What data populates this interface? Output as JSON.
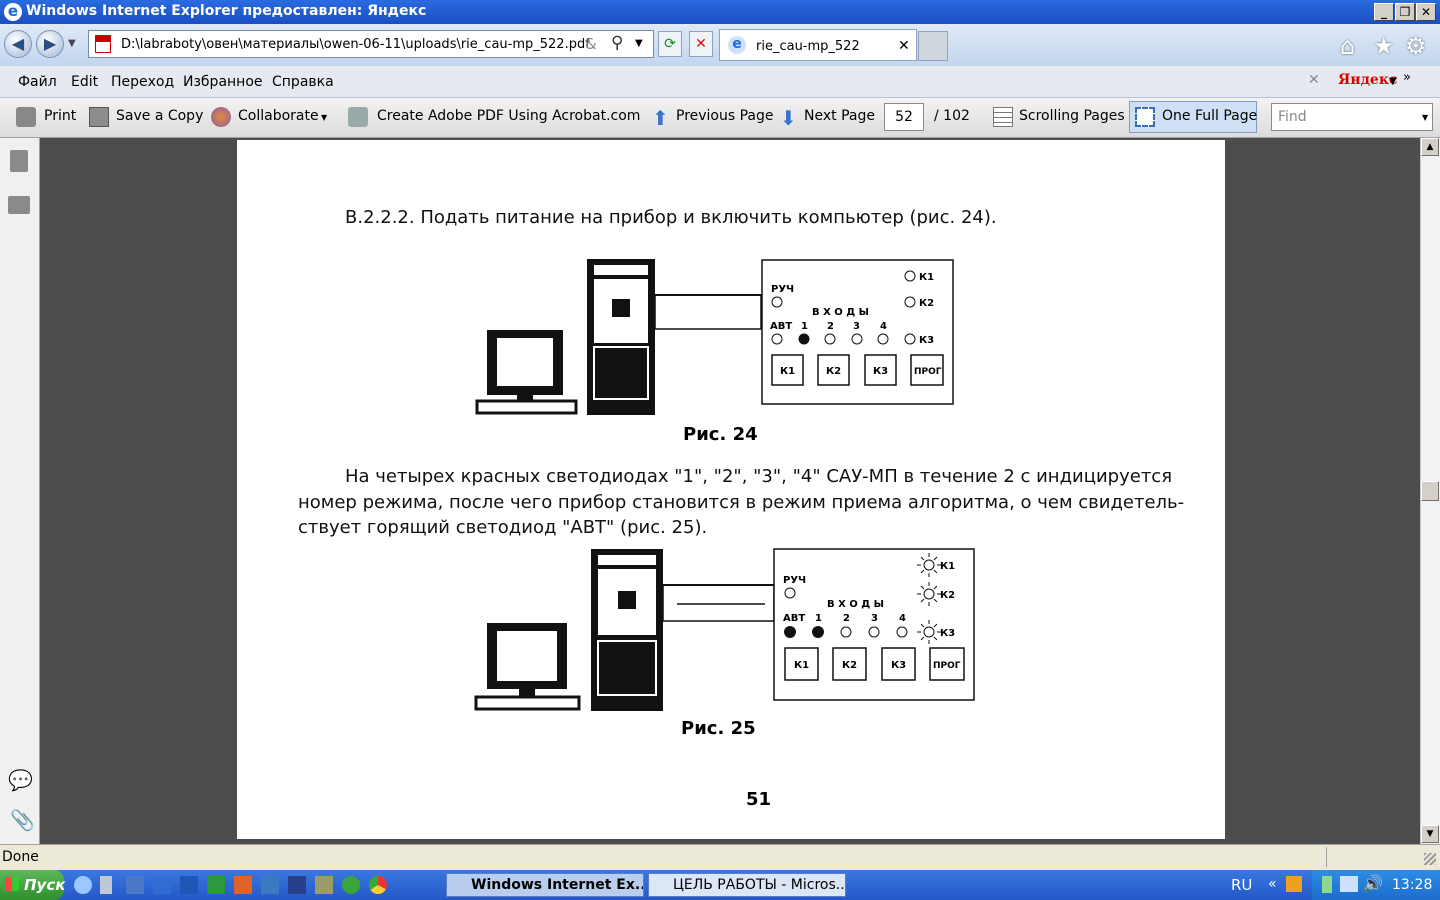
{
  "window": {
    "title": "Windows Internet Explorer предоставлен: Яндекс"
  },
  "address_bar": {
    "url": "D:\\labraboty\\овен\\материалы\\owen-06-11\\uploads\\rie_cau-mp_522.pdf"
  },
  "tab": {
    "label": "rie_cau-mp_522"
  },
  "menu": {
    "items": [
      "Файл",
      "Edit",
      "Переход",
      "Избранное",
      "Справка"
    ],
    "yandex": "Яндекс"
  },
  "toolbar": {
    "print": "Print",
    "save_copy": "Save a Copy",
    "collaborate": "Collaborate",
    "create_pdf": "Create Adobe PDF Using Acrobat.com",
    "previous_page": "Previous Page",
    "next_page": "Next Page",
    "current_page": "52",
    "total_pages": "/ 102",
    "scrolling_pages": "Scrolling Pages",
    "one_full_page": "One Full Page",
    "find_placeholder": "Find"
  },
  "document": {
    "para1": "В.2.2.2. Подать питание на прибор и включить компьютер (рис. 24).",
    "fig24_caption": "Рис.  24",
    "para2_line1": "На четырех красных светодиодах \"1\", \"2\", \"3\", \"4\"  САУ-МП в течение 2 с индицируется",
    "para2_line2": "номер режима, после чего прибор становится в режим приема алгоритма, о чем свидетель-",
    "para2_line3": "ствует  горящий  светодиод  \"АВТ\"  (рис.  25).",
    "fig25_caption": "Рис.  25",
    "page_number": "51",
    "device": {
      "ruch": "РУЧ",
      "avt": "АВТ",
      "inputs_label": "В Х О Д Ы",
      "input_numbers": [
        "1",
        "2",
        "3",
        "4"
      ],
      "k1": "К1",
      "k2": "К2",
      "k3": "К3",
      "prog": "ПРОГ"
    }
  },
  "status": {
    "text": "Done"
  },
  "taskbar": {
    "start": "Пуск",
    "task1": "Windows Internet Ex...",
    "task2": "ЦЕЛЬ РАБОТЫ - Micros...",
    "lang": "RU",
    "clock": "13:28"
  }
}
